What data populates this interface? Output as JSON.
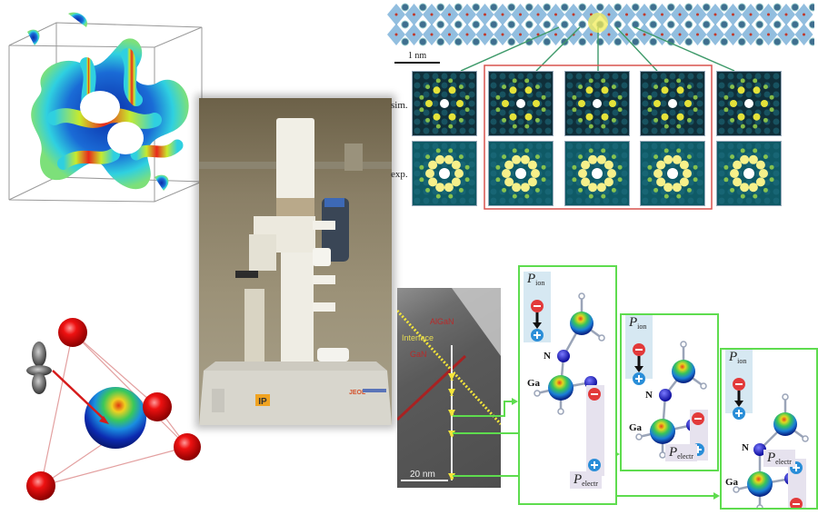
{
  "figure": {
    "panels": {
      "gyroid": {
        "name": "gyroid-surface-colormap"
      },
      "microscope": {
        "name": "electron-microscope-photo",
        "badge_label": "IP",
        "brand_label": "JEOL"
      },
      "tetrahedron": {
        "name": "tetrahedral-charge-density"
      },
      "cbed": {
        "scale_label": "1 nm",
        "row_labels": [
          "sim.",
          "exp."
        ],
        "columns": 5,
        "highlighted_columns": [
          2,
          3,
          4
        ]
      },
      "tem": {
        "labels": {
          "top_layer": "AlGaN",
          "interface": "Interface",
          "bottom_layer": "GaN",
          "scale": "20 nm"
        },
        "points": [
          "1",
          "2",
          "3",
          "4",
          "5"
        ]
      },
      "polarization": [
        {
          "ion_label": "P",
          "ion_sub": "ion",
          "electr_label": "P",
          "electr_sub": "electr",
          "n_label": "N",
          "ga_label": "Ga",
          "electr_direction": "down"
        },
        {
          "ion_label": "P",
          "ion_sub": "ion",
          "electr_label": "P",
          "electr_sub": "electr",
          "n_label": "N",
          "ga_label": "Ga",
          "electr_direction": "down-short"
        },
        {
          "ion_label": "P",
          "ion_sub": "ion",
          "electr_label": "P",
          "electr_sub": "electr",
          "n_label": "N",
          "ga_label": "Ga",
          "electr_direction": "up"
        }
      ]
    },
    "colors": {
      "connector_green": "#5edc4e",
      "highlight_red": "#d9534f",
      "cbed_connector": "#3e9a6a",
      "ion_box": "#d6e8f2",
      "electr_box": "#e6e2ee"
    }
  }
}
